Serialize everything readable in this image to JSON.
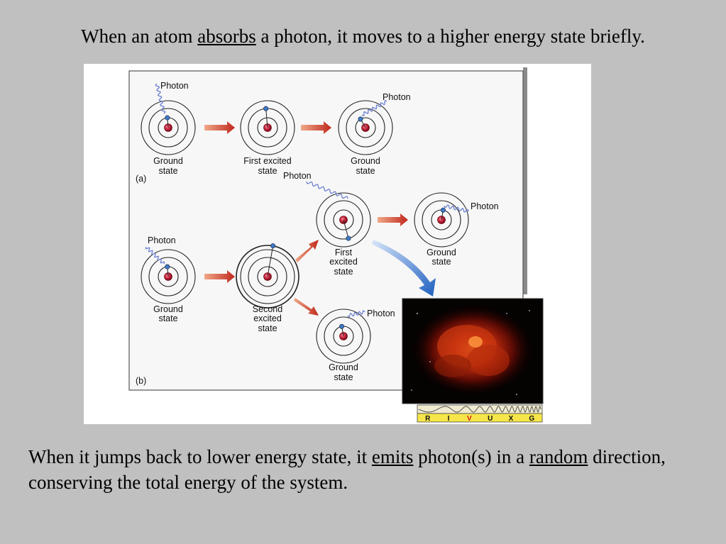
{
  "heading": {
    "before": "When an atom ",
    "emphasis": "absorbs",
    "after": " a photon, it moves to a higher energy state briefly."
  },
  "caption": {
    "part1": "When it jumps back to lower energy state, it ",
    "emph1": "emits",
    "part2": " photon(s) in a ",
    "emph2": "random",
    "part3": " direction, conserving the total energy of the system."
  },
  "diagram": {
    "panel_a": {
      "tag": "(a)",
      "photon_in": "Photon",
      "photon_out": "Photon",
      "atom1": [
        "Ground",
        "state"
      ],
      "atom2": [
        "First excited",
        "state"
      ],
      "atom3": [
        "Ground",
        "state"
      ]
    },
    "panel_b": {
      "tag": "(b)",
      "photon_in": "Photon",
      "photon_top_in": "Photon",
      "photon_top_out": "Photon",
      "photon_bottom_out": "Photon",
      "atom_ground": [
        "Ground",
        "state"
      ],
      "atom_second": [
        "Second",
        "excited",
        "state"
      ],
      "atom_first": [
        "First",
        "excited",
        "state"
      ],
      "atom_ground_top": [
        "Ground",
        "state"
      ],
      "atom_ground_bottom": [
        "Ground",
        "state"
      ]
    },
    "spectrum_bands": [
      "R",
      "I",
      "V",
      "U",
      "X",
      "G"
    ],
    "colors": {
      "arrow": "#c0281c",
      "big_arrow": "#1e5fc0",
      "photon": "#6a7fd0",
      "nucleus": "#c0203a",
      "electron": "#3f78c8",
      "highlight_band": "#d01818"
    }
  }
}
